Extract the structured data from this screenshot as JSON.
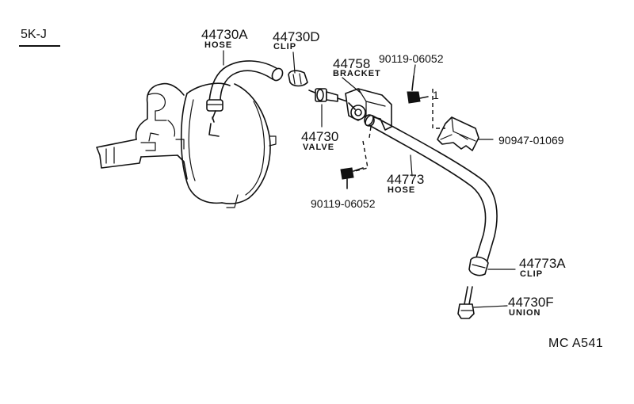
{
  "diagram": {
    "model_code": "5K-J",
    "reference_code": "MC A541",
    "parts": [
      {
        "id": "hose_a",
        "number": "44730A",
        "name": "HOSE"
      },
      {
        "id": "clip_d",
        "number": "44730D",
        "name": "CLIP"
      },
      {
        "id": "bracket",
        "number": "44758",
        "name": "BRACKET"
      },
      {
        "id": "valve",
        "number": "44730",
        "name": "VALVE"
      },
      {
        "id": "hose",
        "number": "44773",
        "name": "HOSE"
      },
      {
        "id": "clip_a",
        "number": "44773A",
        "name": "CLIP"
      },
      {
        "id": "union",
        "number": "44730F",
        "name": "UNION"
      }
    ],
    "fasteners": [
      {
        "id": "bolt_upper",
        "number": "90119-06052",
        "qty": "1"
      },
      {
        "id": "bolt_lower",
        "number": "90119-06052"
      },
      {
        "id": "clamp",
        "number": "90947-01069"
      }
    ]
  }
}
